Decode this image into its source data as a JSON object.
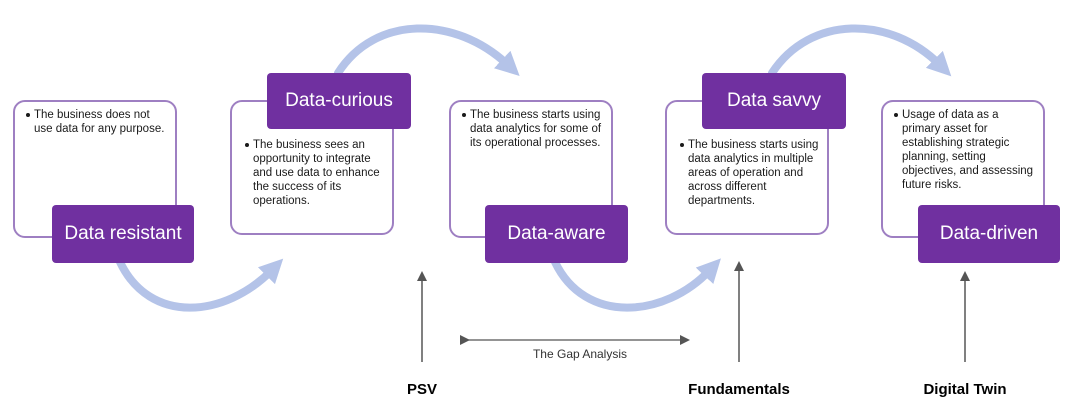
{
  "stages": [
    {
      "label": "Data resistant",
      "description": "The business does not use data for any purpose."
    },
    {
      "label": "Data-curious",
      "description": "The business sees an opportunity to integrate and use data to enhance the success of its operations."
    },
    {
      "label": "Data-aware",
      "description": "The business starts using data analytics for some of its operational processes."
    },
    {
      "label": "Data savvy",
      "description": "The business starts using data analytics in multiple areas of operation and across different departments."
    },
    {
      "label": "Data-driven",
      "description": "Usage of data as a primary asset for establishing strategic planning, setting objectives, and assessing future risks."
    }
  ],
  "gap_analysis_label": "The Gap Analysis",
  "markers": [
    {
      "label": "PSV"
    },
    {
      "label": "Fundamentals"
    },
    {
      "label": "Digital Twin"
    }
  ],
  "colors": {
    "label_fill": "#7030a0",
    "card_border": "#9e7fc2",
    "curve_arrow": "#b4c3e8",
    "marker_arrow": "#555555"
  }
}
